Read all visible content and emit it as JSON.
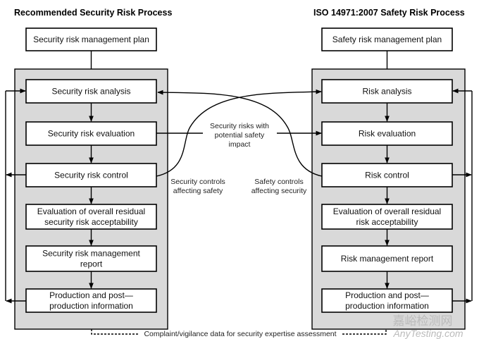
{
  "left": {
    "title": "Recommended Security Risk Process",
    "plan": "Security risk management plan",
    "steps": [
      [
        "Security risk analysis"
      ],
      [
        "Security risk evaluation"
      ],
      [
        "Security risk control"
      ],
      [
        "Evaluation of overall residual",
        "security risk acceptability"
      ],
      [
        "Security risk management",
        "report"
      ],
      [
        "Production and post—",
        "production information"
      ]
    ]
  },
  "right": {
    "title": "ISO 14971:2007 Safety Risk Process",
    "plan": "Safety risk management plan",
    "steps": [
      [
        "Risk analysis"
      ],
      [
        "Risk evaluation"
      ],
      [
        "Risk control"
      ],
      [
        "Evaluation of overall residual",
        "risk acceptability"
      ],
      [
        "Risk management report"
      ],
      [
        "Production and post—",
        "production information"
      ]
    ]
  },
  "center": {
    "risks_label": [
      "Security risks with",
      "potential safety",
      "impact"
    ],
    "security_controls": [
      "Security controls",
      "affecting safety"
    ],
    "safety_controls": [
      "Safety controls",
      "affecting security"
    ]
  },
  "footer": "Complaint/vigilance data for security expertise assessment",
  "watermark": [
    "嘉峪检测网",
    "AnyTesting.com"
  ]
}
